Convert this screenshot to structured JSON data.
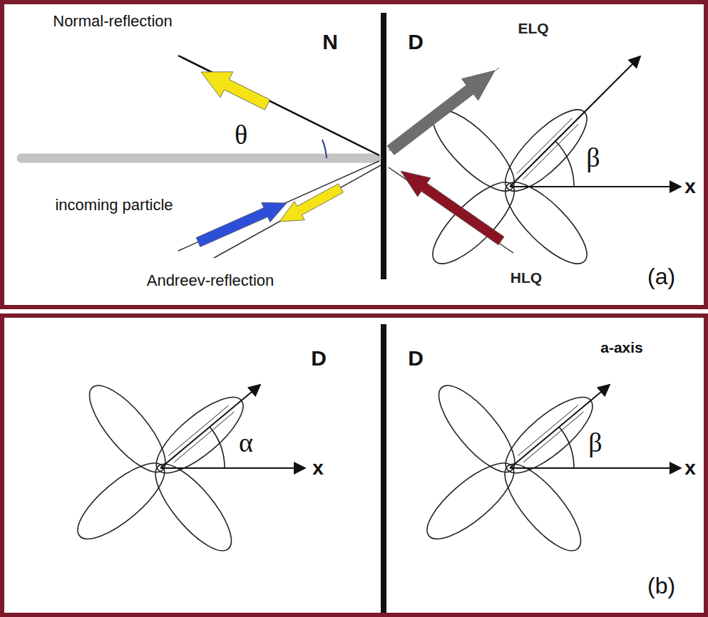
{
  "diagram": {
    "nodes": [
      {
        "text": [
          "(a)"
        ]
      },
      {
        "text": [
          "(b)"
        ]
      }
    ],
    "labels": [
      "Normal-reflection",
      "N",
      "D",
      "ELQ",
      "θ",
      "β",
      "x",
      "incoming particle",
      "Andreev-reflection",
      "HLQ",
      "D",
      "D",
      "α",
      "x",
      "a-axis",
      "β",
      "x"
    ]
  }
}
